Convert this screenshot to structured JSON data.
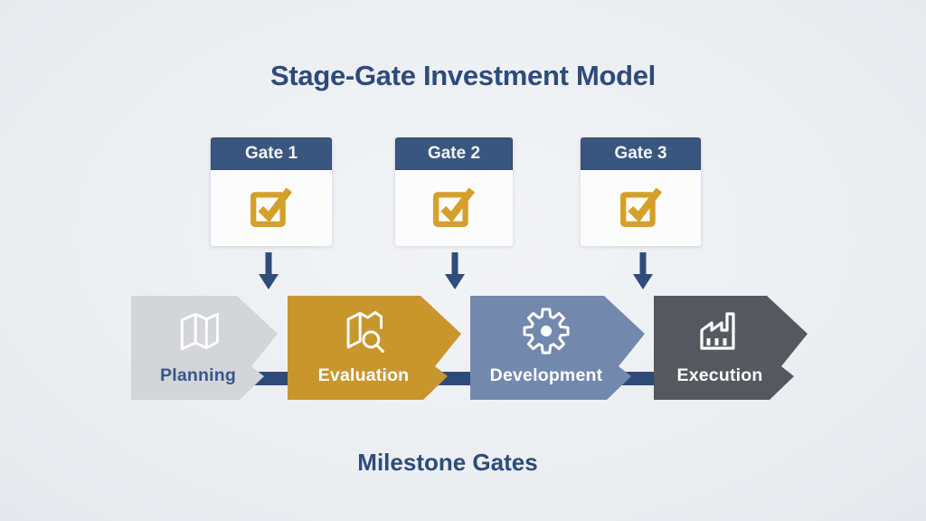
{
  "title": "Stage-Gate Investment Model",
  "caption": "Milestone Gates",
  "gates": [
    {
      "label": "Gate 1",
      "icon": "checkbox-check-icon"
    },
    {
      "label": "Gate 2",
      "icon": "checkbox-check-icon"
    },
    {
      "label": "Gate 3",
      "icon": "checkbox-check-icon"
    }
  ],
  "stages": [
    {
      "label": "Planning",
      "icon": "map-icon",
      "fill": "#d3d5d9",
      "label_color": "#35578a"
    },
    {
      "label": "Evaluation",
      "icon": "map-search-icon",
      "fill": "#c9962e",
      "label_color": "#ffffff"
    },
    {
      "label": "Development",
      "icon": "gear-icon",
      "fill": "#7289ad",
      "label_color": "#ffffff"
    },
    {
      "label": "Execution",
      "icon": "factory-icon",
      "fill": "#55585f",
      "label_color": "#ffffff"
    }
  ],
  "colors": {
    "background": "#eceef2",
    "navy_text": "#2d4b7b",
    "gate_header": "#3a567f",
    "check_gold": "#d5a02a",
    "connector_bar": "#2e4b78",
    "down_arrow": "#2e4c7c"
  }
}
